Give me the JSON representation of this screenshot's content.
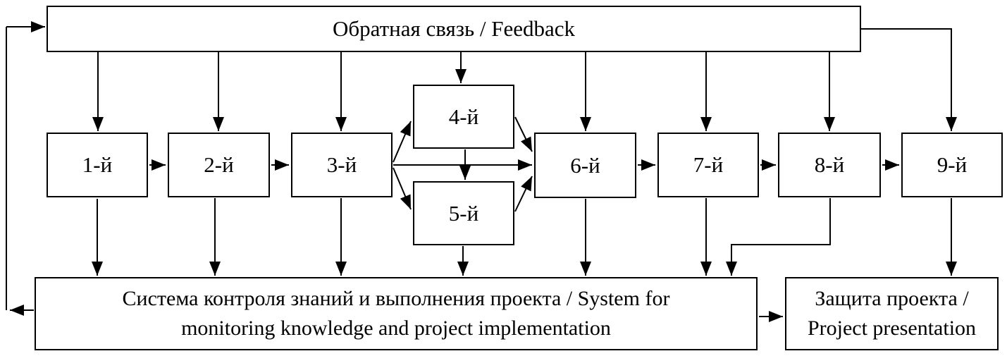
{
  "diagram": {
    "feedback": {
      "label": "Обратная связь / Feedback"
    },
    "stages": [
      {
        "label": "1-й"
      },
      {
        "label": "2-й"
      },
      {
        "label": "3-й"
      },
      {
        "label": "4-й"
      },
      {
        "label": "5-й"
      },
      {
        "label": "6-й"
      },
      {
        "label": "7-й"
      },
      {
        "label": "8-й"
      },
      {
        "label": "9-й"
      }
    ],
    "system": {
      "line1": "Система контроля знаний и выполнения проекта / System for",
      "line2": "monitoring knowledge and project implementation"
    },
    "presentation": {
      "line1": "Защита проекта /",
      "line2": "Project presentation"
    }
  },
  "colors": {
    "line": "#000000",
    "box_border": "#000000",
    "text": "#000000",
    "background": "#ffffff"
  }
}
